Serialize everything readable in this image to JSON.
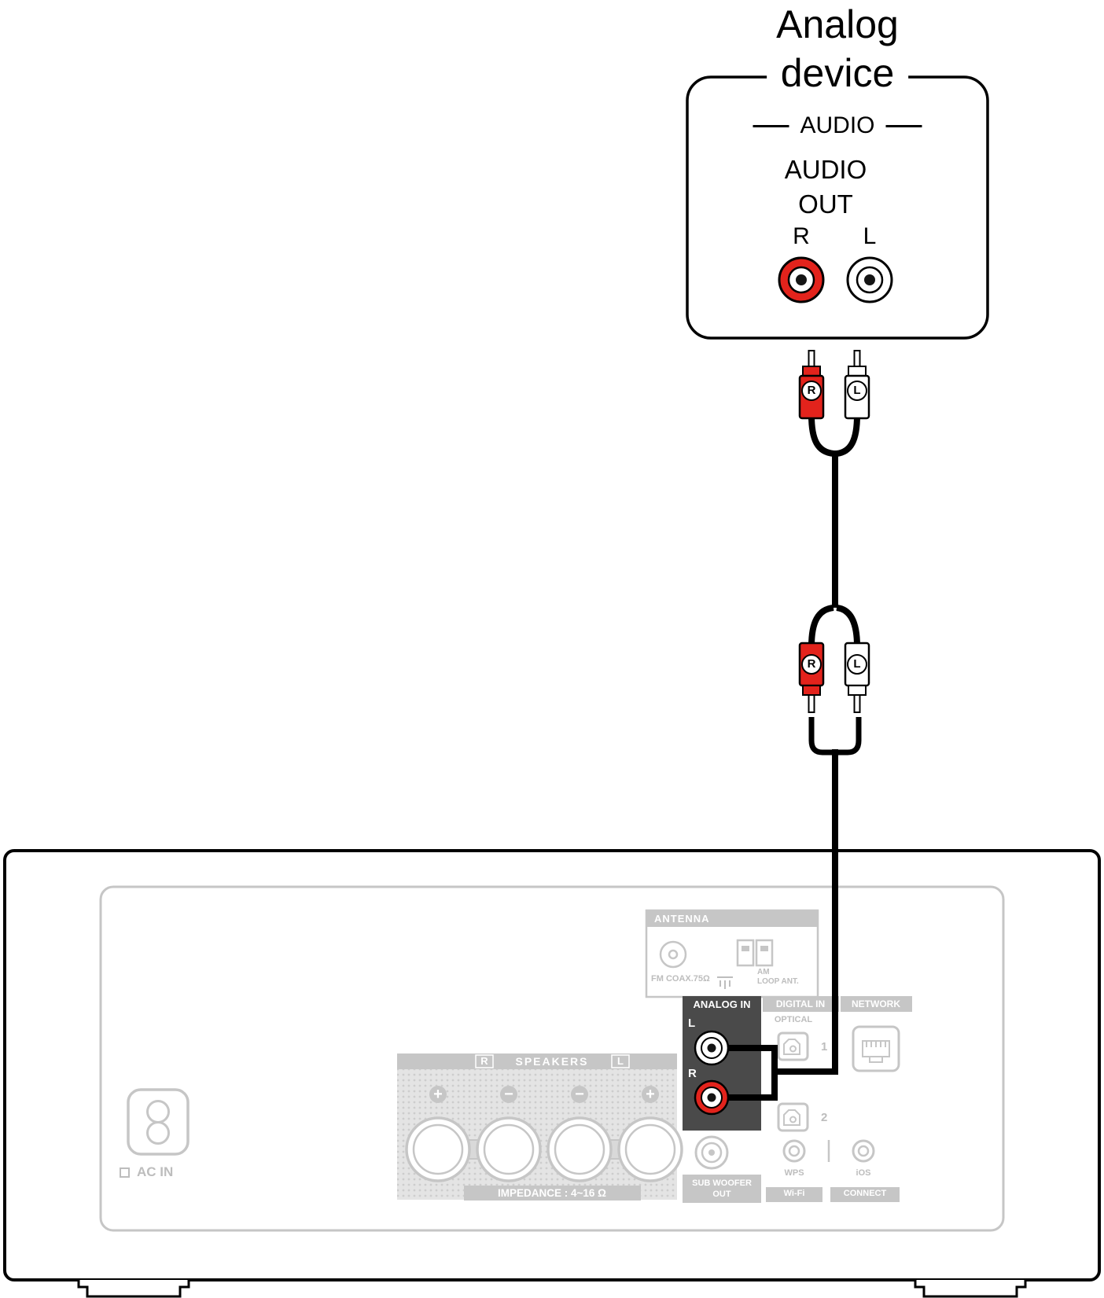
{
  "diagram_title": {
    "line1": "Analog",
    "line2": "device"
  },
  "analog_device": {
    "panel_header": "AUDIO",
    "out_line1": "AUDIO",
    "out_line2": "OUT",
    "jack_r": "R",
    "jack_l": "L"
  },
  "cable": {
    "upper_plug_r": "R",
    "upper_plug_l": "L",
    "lower_plug_r": "R",
    "lower_plug_l": "L"
  },
  "receiver": {
    "antenna": {
      "header": "ANTENNA",
      "fm": "FM COAX.75Ω",
      "am_line1": "AM",
      "am_line2": "LOOP ANT."
    },
    "analog_in": {
      "header": "ANALOG IN",
      "l": "L",
      "r": "R"
    },
    "digital_in": {
      "header": "DIGITAL IN",
      "optical": "OPTICAL",
      "jack1": "1",
      "jack2": "2"
    },
    "network": {
      "header": "NETWORK"
    },
    "speakers": {
      "r": "R",
      "header": "SPEAKERS",
      "l": "L",
      "signs": [
        "+",
        "−",
        "−",
        "+"
      ],
      "impedance": "IMPEDANCE : 4~16 Ω"
    },
    "ac_in": "AC IN",
    "subwoofer": {
      "line1": "SUB WOOFER",
      "line2": "OUT"
    },
    "buttons": {
      "wps": "WPS",
      "ios": "iOS",
      "wifi": "Wi-Fi",
      "connect": "CONNECT"
    }
  },
  "colors": {
    "rca_red": "#e3231c",
    "panel_gray": "#c6c6c6",
    "text_gray": "#bdbdbd",
    "dark_panel": "#4a4a4a",
    "cable_black": "#000000"
  }
}
